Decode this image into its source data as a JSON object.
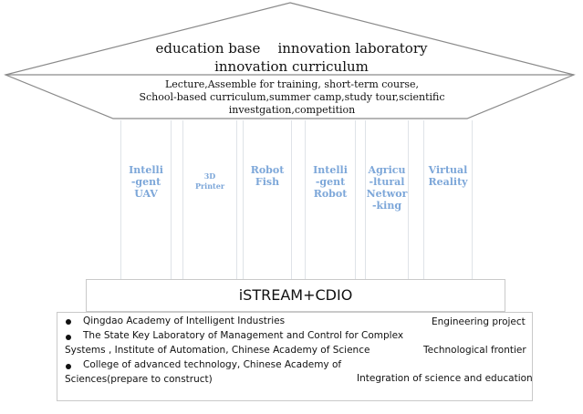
{
  "roof": {
    "line1": "education base    innovation laboratory",
    "line2": "innovation curriculum",
    "desc": [
      "Lecture,Assemble for training, short-term  course,",
      "School-based curriculum,summer camp,study tour,scientific",
      "investgation,competition"
    ]
  },
  "pillars": [
    {
      "label": "Intelli\n-gent\nUAV"
    },
    {
      "label": "3D\nPrinter"
    },
    {
      "label": "Robot\nFish"
    },
    {
      "label": "Intelli\n-gent\nRobot"
    },
    {
      "label": "Agricu\n-ltural\nNetwor\n-king"
    },
    {
      "label": "Virtual\nReality"
    }
  ],
  "base": {
    "title": "iSTREAM+CDIO"
  },
  "foundation": {
    "items": [
      "Qingdao Academy of Intelligent Industries",
      "The State Key Laboratory of Management and Control for Complex",
      "Systems , Institute of Automation, Chinese Academy of Science",
      "College of advanced technology, Chinese Academy of",
      "Sciences(prepare to construct)"
    ],
    "tags": [
      "Engineering project",
      "Technological frontier",
      "Integration of science and education"
    ]
  },
  "colors": {
    "pillar_text": "#7da7d9",
    "outline": "#8a8a8a",
    "pillar_border": "#dfe3e8"
  }
}
